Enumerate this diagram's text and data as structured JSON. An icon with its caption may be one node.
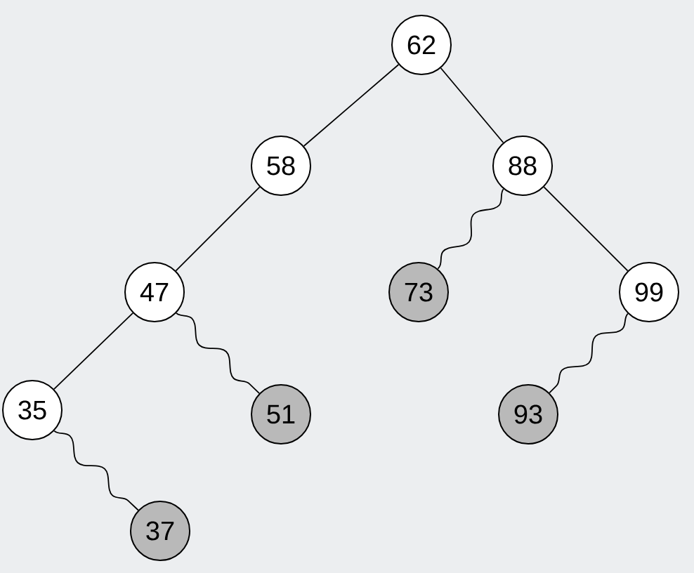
{
  "diagram": {
    "nodes": [
      {
        "text": [
          "62"
        ]
      },
      {
        "text": [
          "58"
        ]
      },
      {
        "text": [
          "88"
        ]
      },
      {
        "text": [
          "47"
        ]
      },
      {
        "text": [
          "73"
        ]
      },
      {
        "text": [
          "99"
        ]
      },
      {
        "text": [
          "35"
        ]
      },
      {
        "text": [
          "51"
        ]
      },
      {
        "text": [
          "93"
        ]
      },
      {
        "text": [
          "37"
        ]
      }
    ],
    "edges": [
      {
        "from": 0,
        "to": 1,
        "arrow": "none"
      },
      {
        "from": 0,
        "to": 2,
        "arrow": "none"
      },
      {
        "from": 1,
        "to": 3,
        "arrow": "none"
      },
      {
        "from": 2,
        "to": 4,
        "arrow": "none"
      },
      {
        "from": 2,
        "to": 5,
        "arrow": "none"
      },
      {
        "from": 3,
        "to": 6,
        "arrow": "none"
      },
      {
        "from": 3,
        "to": 7,
        "arrow": "none"
      },
      {
        "from": 5,
        "to": 8,
        "arrow": "none"
      },
      {
        "from": 6,
        "to": 9,
        "arrow": "none"
      }
    ]
  }
}
